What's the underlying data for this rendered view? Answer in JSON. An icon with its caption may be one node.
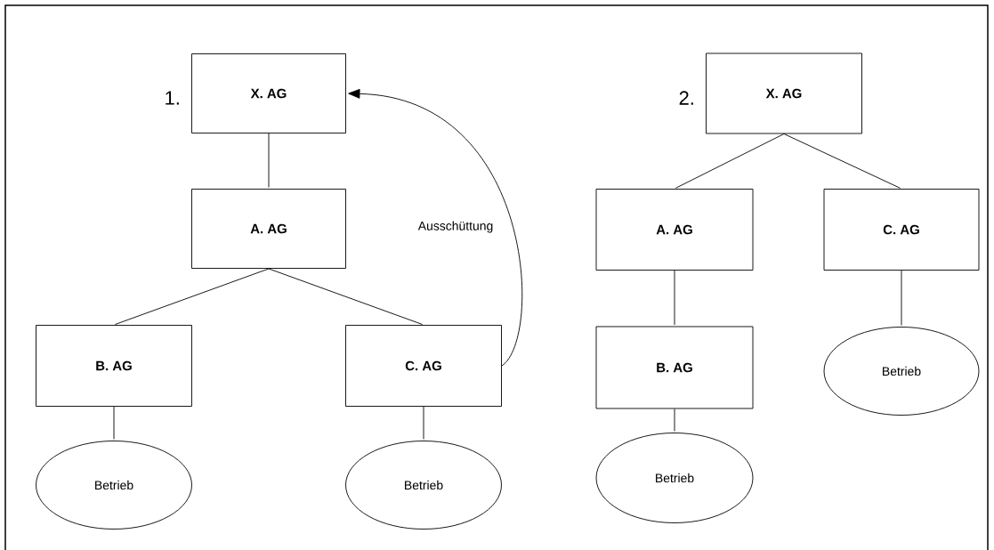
{
  "diagram": {
    "nodes": [
      {
        "text": [
          "X. AG"
        ],
        "beside": [
          "1."
        ]
      },
      {
        "text": [
          "A. AG"
        ]
      },
      {
        "text": [
          "B. AG"
        ]
      },
      {
        "text": [
          "C. AG"
        ]
      },
      {
        "text": [
          "Betrieb"
        ]
      },
      {
        "text": [
          "Betrieb"
        ]
      },
      {
        "text": [
          "X. AG"
        ],
        "beside": [
          "2."
        ]
      },
      {
        "text": [
          "A. AG"
        ]
      },
      {
        "text": [
          "C. AG"
        ]
      },
      {
        "text": [
          "B. AG"
        ]
      },
      {
        "text": [
          "Betrieb"
        ]
      },
      {
        "text": [
          "Betrieb"
        ]
      }
    ],
    "edges": [
      {
        "from": 0,
        "to": 1,
        "arrow": "none"
      },
      {
        "from": 1,
        "to": 2,
        "arrow": "none"
      },
      {
        "from": 1,
        "to": 3,
        "arrow": "none"
      },
      {
        "from": 2,
        "to": 4,
        "arrow": "none"
      },
      {
        "from": 3,
        "to": 5,
        "arrow": "none"
      },
      {
        "from": 3,
        "to": 0,
        "arrow": "to",
        "label": "Ausschüttung"
      },
      {
        "from": 6,
        "to": 7,
        "arrow": "none"
      },
      {
        "from": 6,
        "to": 8,
        "arrow": "none"
      },
      {
        "from": 7,
        "to": 9,
        "arrow": "none"
      },
      {
        "from": 9,
        "to": 11,
        "arrow": "none"
      },
      {
        "from": 8,
        "to": 10,
        "arrow": "none"
      }
    ]
  }
}
